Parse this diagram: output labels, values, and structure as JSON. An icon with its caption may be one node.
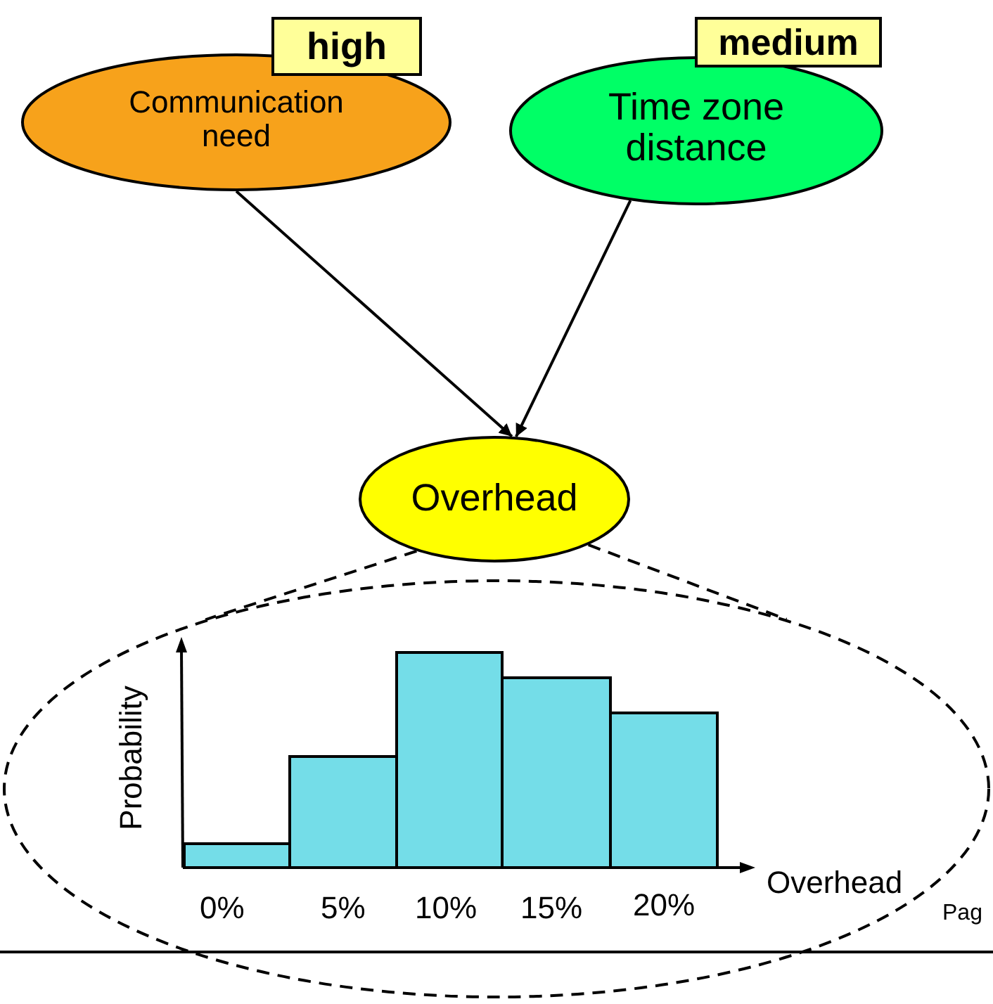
{
  "diagram": {
    "nodes": [
      {
        "text": [
          "Communication need"
        ],
        "beside": [
          "high"
        ]
      },
      {
        "text": [
          "Time zone distance"
        ],
        "beside": [
          "medium"
        ]
      },
      {
        "text": [
          "Overhead"
        ]
      },
      {
        "text": [],
        "shape": "circle"
      }
    ],
    "edges": [
      {
        "from": 0,
        "to": 2,
        "arrow": "to"
      },
      {
        "from": 1,
        "to": 2,
        "arrow": "to"
      },
      {
        "from": 2,
        "to": 3,
        "arrow": "none",
        "style": "dashed"
      },
      {
        "from": 2,
        "to": 3,
        "arrow": "none",
        "style": "dashed"
      }
    ],
    "labels": [
      "Probability",
      "Overhead",
      "0%",
      "5%",
      "10%",
      "15%",
      "20%",
      "Pag"
    ]
  }
}
